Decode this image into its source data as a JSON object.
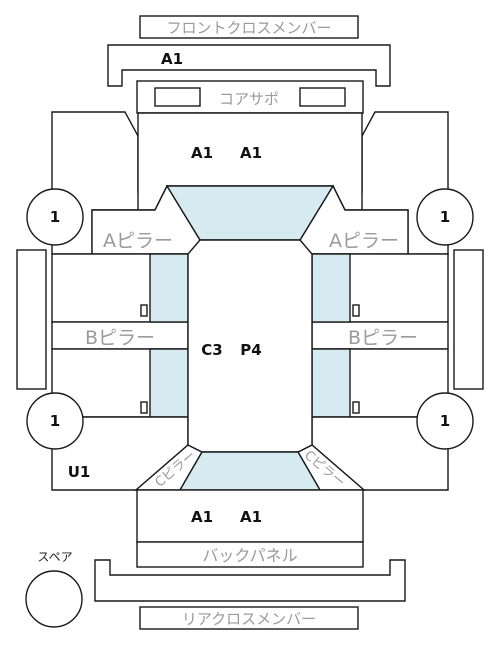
{
  "parts": {
    "front_cross_member": "フロントクロスメンバー",
    "core_support": "コアサポ",
    "a_pillar_left": "Aピラー",
    "a_pillar_right": "Aピラー",
    "b_pillar_left": "Bピラー",
    "b_pillar_right": "Bピラー",
    "c_pillar_left": "Cピラー",
    "c_pillar_right": "Cピラー",
    "back_panel": "バックパネル",
    "rear_cross_member": "リアクロスメンバー",
    "spare": "スペア"
  },
  "codes": {
    "front_cross_member": "A1",
    "hood_left": "A1",
    "hood_right": "A1",
    "roof_left": "C3",
    "roof_right": "P4",
    "trunk_left": "A1",
    "trunk_right": "A1",
    "wheel_front_left": "1",
    "wheel_front_right": "1",
    "wheel_rear_left": "1",
    "wheel_rear_right": "1",
    "underbody": "U1"
  }
}
